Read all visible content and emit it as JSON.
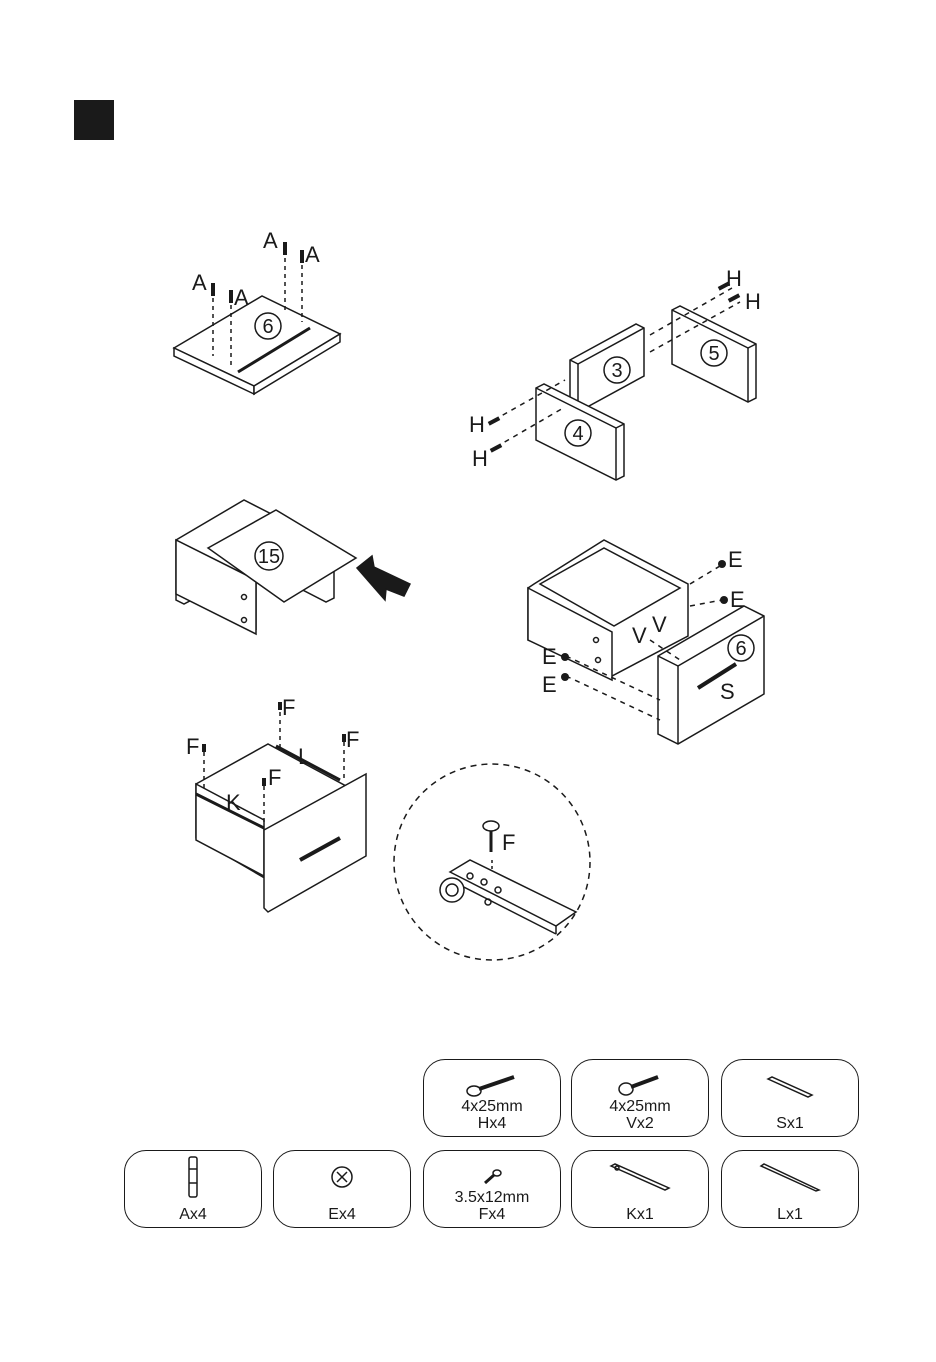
{
  "labels": {
    "A": "A",
    "H": "H",
    "E": "E",
    "V": "V",
    "S": "S",
    "F": "F",
    "K": "K",
    "L": "L"
  },
  "panel_numbers": {
    "bottom": "6",
    "back": "3",
    "side_left": "4",
    "side_right": "5",
    "bottom_panel": "15",
    "front": "6"
  },
  "parts": [
    {
      "size": "4x25mm",
      "code": "Hx4",
      "icon": "screw-h-icon"
    },
    {
      "size": "4x25mm",
      "code": "Vx2",
      "icon": "screw-v-icon"
    },
    {
      "size": "",
      "code": "Sx1",
      "icon": "handle-s-icon"
    },
    {
      "size": "",
      "code": "Ax4",
      "icon": "dowel-a-icon"
    },
    {
      "size": "",
      "code": "Ex4",
      "icon": "cam-lock-e-icon"
    },
    {
      "size": "3.5x12mm",
      "code": "Fx4",
      "icon": "screw-f-icon"
    },
    {
      "size": "",
      "code": "Kx1",
      "icon": "rail-k-icon"
    },
    {
      "size": "",
      "code": "Lx1",
      "icon": "rail-l-icon"
    }
  ]
}
